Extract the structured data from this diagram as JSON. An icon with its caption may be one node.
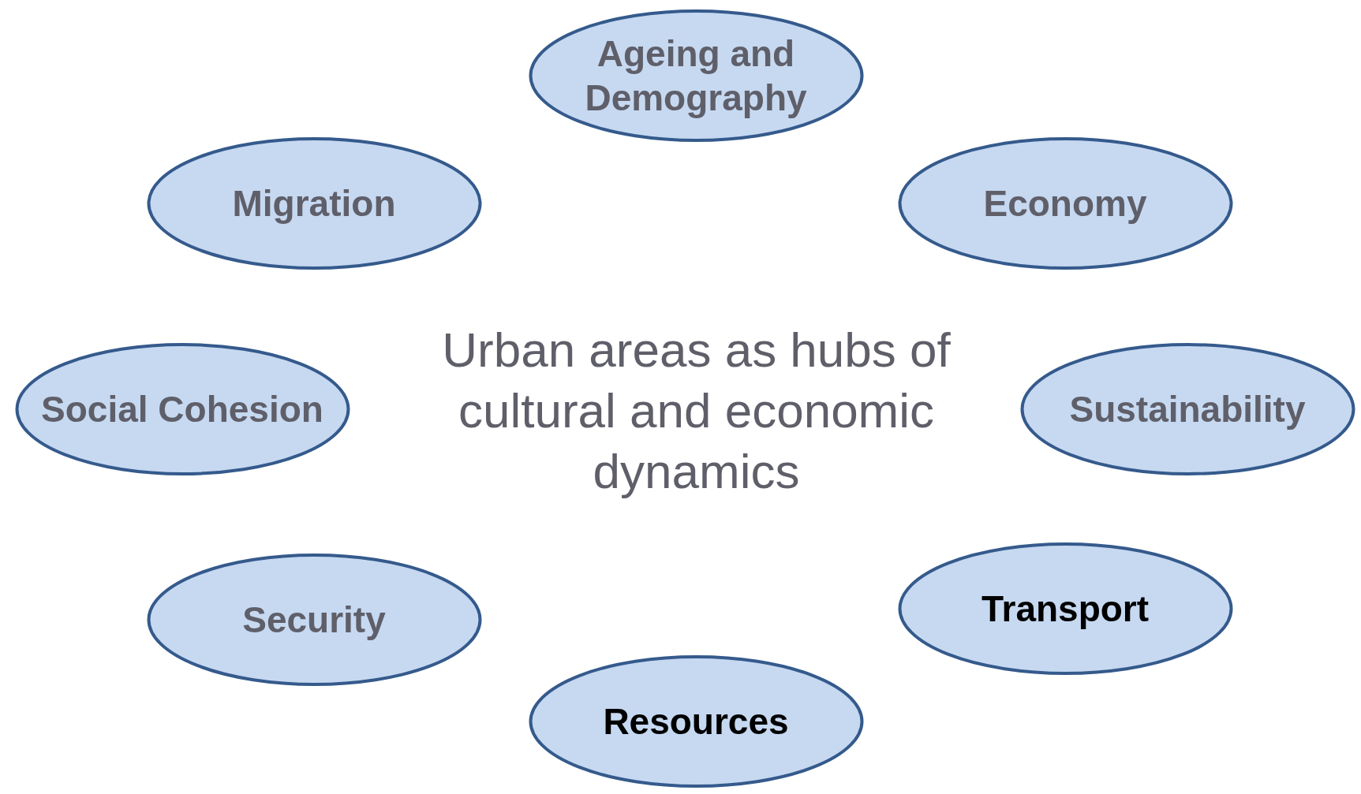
{
  "diagram": {
    "nodes": [
      {
        "text": [
          "Ageing and Demography"
        ]
      },
      {
        "text": [
          "Migration"
        ]
      },
      {
        "text": [
          "Economy"
        ]
      },
      {
        "text": [
          "Social Cohesion"
        ]
      },
      {
        "text": [
          "Sustainability"
        ]
      },
      {
        "text": [
          "Security"
        ]
      },
      {
        "text": [
          "Transport"
        ]
      },
      {
        "text": [
          "Resources"
        ]
      }
    ],
    "labels": [
      "Urban areas as hubs of cultural and economic dynamics"
    ]
  }
}
